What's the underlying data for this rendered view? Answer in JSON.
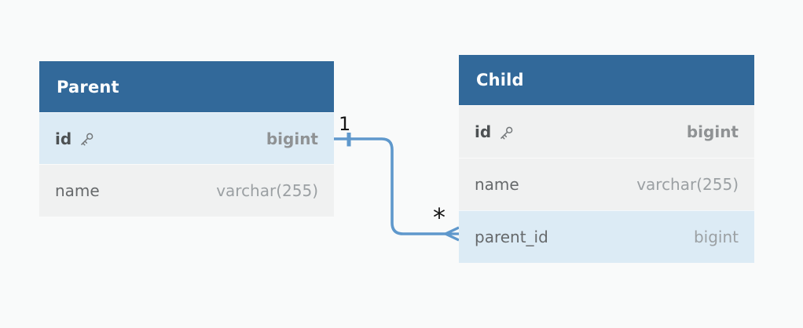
{
  "diagram": {
    "colors": {
      "canvas_bg": "#f9fafa",
      "header_bg": "#32699a",
      "row_bg": "#f0f1f1",
      "highlight_row_bg": "#dcebf5",
      "connector": "#5f98cc",
      "label_color": "#161616"
    },
    "tables": [
      {
        "name": "Parent",
        "columns": [
          {
            "name": "id",
            "type": "bigint",
            "primary_key": true,
            "highlighted": true
          },
          {
            "name": "name",
            "type": "varchar(255)",
            "primary_key": false,
            "highlighted": false
          }
        ]
      },
      {
        "name": "Child",
        "columns": [
          {
            "name": "id",
            "type": "bigint",
            "primary_key": true,
            "highlighted": false
          },
          {
            "name": "name",
            "type": "varchar(255)",
            "primary_key": false,
            "highlighted": false
          },
          {
            "name": "parent_id",
            "type": "bigint",
            "primary_key": false,
            "highlighted": true
          }
        ]
      }
    ],
    "relationship": {
      "from_table": "Parent",
      "from_column": "id",
      "to_table": "Child",
      "to_column": "parent_id",
      "cardinality_from": "1",
      "cardinality_to": "*"
    }
  }
}
